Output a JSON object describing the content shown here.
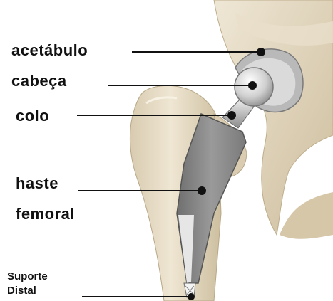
{
  "labels": {
    "acetabulo": "acetábulo",
    "cabeca": "cabeça",
    "colo": "colo",
    "haste": "haste",
    "femoral": "femoral",
    "suporte": "Suporte",
    "distal": "Distal"
  },
  "colors": {
    "bone": "#e7dcc4",
    "bone_shadow": "#c9b99a",
    "metal": "#8e8e8e",
    "metal_light": "#d9d9d9",
    "leader_line": "#111111"
  }
}
